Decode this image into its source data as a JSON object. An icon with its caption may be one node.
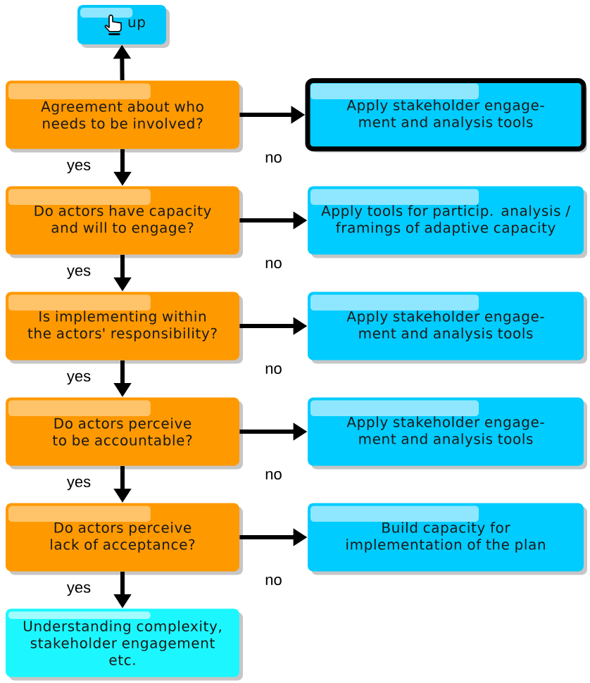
{
  "diagram": {
    "nodes": [
      {
        "text": [
          "up"
        ]
      },
      {
        "text": [
          "Agreement about who needs to be involved?"
        ]
      },
      {
        "text": [
          "Apply stakeholder engage- ment and analysis tools"
        ]
      },
      {
        "text": [
          "Do actors have capacity and will to engage?"
        ]
      },
      {
        "text": [
          "Apply tools for particip. analysis / framings of adaptive capacity"
        ]
      },
      {
        "text": [
          "Is implementing within the actors' responsibility?"
        ]
      },
      {
        "text": [
          "Apply stakeholder engage- ment and analysis tools"
        ]
      },
      {
        "text": [
          "Do actors perceive to be accountable?"
        ]
      },
      {
        "text": [
          "Apply stakeholder engage- ment and analysis tools"
        ]
      },
      {
        "text": [
          "Do actors perceive lack of acceptance?"
        ]
      },
      {
        "text": [
          "Build capacity for implementation of the plan"
        ]
      },
      {
        "text": [
          "Understanding complexity, stakeholder engagement etc."
        ]
      }
    ],
    "edges": [
      {
        "from": 1,
        "to": 0,
        "arrow": "to"
      },
      {
        "from": 1,
        "to": 2,
        "arrow": "to",
        "label": "no"
      },
      {
        "from": 1,
        "to": 3,
        "arrow": "to",
        "label": "yes"
      },
      {
        "from": 3,
        "to": 4,
        "arrow": "to",
        "label": "no"
      },
      {
        "from": 3,
        "to": 5,
        "arrow": "to",
        "label": "yes"
      },
      {
        "from": 5,
        "to": 6,
        "arrow": "to",
        "label": "no"
      },
      {
        "from": 5,
        "to": 7,
        "arrow": "to",
        "label": "yes"
      },
      {
        "from": 7,
        "to": 8,
        "arrow": "to",
        "label": "no"
      },
      {
        "from": 7,
        "to": 9,
        "arrow": "to",
        "label": "yes"
      },
      {
        "from": 9,
        "to": 10,
        "arrow": "to",
        "label": "no"
      },
      {
        "from": 9,
        "to": 11,
        "arrow": "to",
        "label": "yes"
      }
    ]
  }
}
